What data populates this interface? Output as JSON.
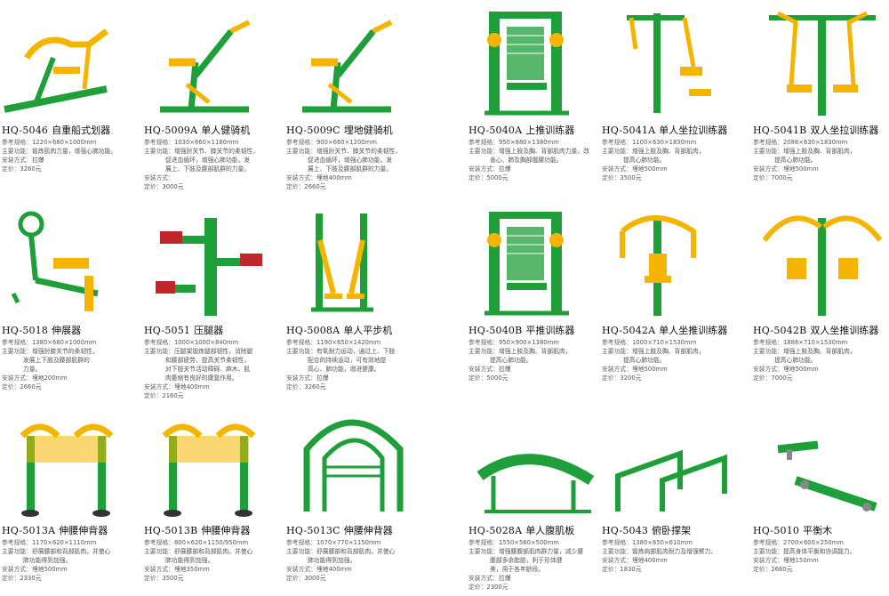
{
  "colors": {
    "green": "#1e9f3a",
    "green_dark": "#137a2a",
    "yellow": "#f5b400",
    "gray": "#888888",
    "red": "#c0262c"
  },
  "labels": {
    "spec": "参考规格：",
    "func": "主要功能：",
    "install": "安装方式：",
    "price": "定价："
  },
  "products": [
    {
      "code": "HQ-5046",
      "name": "自重船式划器",
      "spec": "1220×680×1000mm",
      "func": [
        "锻炼肌肉力量，增强心肺功能。"
      ],
      "install": "拉爆",
      "price": "3260元",
      "icon": "rowing-machine-icon"
    },
    {
      "code": "HQ-5009A",
      "name": "单人健骑机",
      "spec": "1030×660×1160mm",
      "func": [
        "增强肘关节、膝关节的柔韧性，",
        "促进血循环，增强心肺功能，发",
        "展上、下肢及腰部肌群的力量。"
      ],
      "install": "",
      "price": "3000元",
      "icon": "rider-machine-icon"
    },
    {
      "code": "HQ-5009C",
      "name": "埋地健骑机",
      "spec": "900×660×1200mm",
      "func": [
        "增强肘关节、膝关节的柔韧性，",
        "促进血循环，增强心肺功能，发",
        "展上、下肢及腰部肌群的力量。"
      ],
      "install": "埋地400mm",
      "price": "2660元",
      "icon": "rider-machine-icon"
    },
    {
      "code": "HQ-5040A",
      "name": "上推训练器",
      "spec": "950×880×1380mm",
      "func": [
        "增强上肢及胸、背部肌肉力量，改",
        "善心、肺及胸部髋腰功能。"
      ],
      "install": "拉爆",
      "price": "5000元",
      "icon": "chest-press-icon"
    },
    {
      "code": "HQ-5041A",
      "name": "单人坐拉训练器",
      "spec": "1100×630×1830mm",
      "func": [
        "增强上肢及胸、背部肌肉，",
        "提高心肺功能。"
      ],
      "install": "埋地500mm",
      "price": "3500元",
      "icon": "pull-down-trainer-icon"
    },
    {
      "code": "HQ-5041B",
      "name": "双人坐拉训练器",
      "spec": "2086×630×1830mm",
      "func": [
        "增强上肢及胸、背部肌肉，",
        "提高心肺功能。"
      ],
      "install": "埋地500mm",
      "price": "7000元",
      "icon": "double-pull-down-icon"
    },
    {
      "code": "HQ-5018",
      "name": "伸展器",
      "spec": "1380×680×1000mm",
      "func": [
        "增强肘膝关节的柔韧性，",
        "发展上下肢及腰部肌群的",
        "力量。"
      ],
      "install": "埋地200mm",
      "price": "2660元",
      "icon": "stretcher-icon"
    },
    {
      "code": "HQ-5051",
      "name": "压腿器",
      "spec": "1000×1000×840mm",
      "func": [
        "压腿架锻炼腿部韧性，消除腿",
        "和腰部疲劳，提高关节柔韧性，",
        "对下肢关节活动障碍、麻木、肌",
        "肉萎缩有良好的康复作用。"
      ],
      "install": "埋地400mm",
      "price": "2160元",
      "icon": "leg-press-post-icon"
    },
    {
      "code": "HQ-5008A",
      "name": "单人平步机",
      "spec": "1190×650×1420mm",
      "func": [
        "有氧耐力运动，通过上、下肢",
        "配合的持续运动，可有效地提",
        "高心、肺功能，增进健康。"
      ],
      "install": "拉爆",
      "price": "3260元",
      "icon": "elliptical-walker-icon"
    },
    {
      "code": "HQ-5040B",
      "name": "平推训练器",
      "spec": "950×900×1380mm",
      "func": [
        "增强上肢及胸、背部肌肉，",
        "提高心肺功能。"
      ],
      "install": "拉爆",
      "price": "5000元",
      "icon": "chest-press-icon"
    },
    {
      "code": "HQ-5042A",
      "name": "单人坐推训练器",
      "spec": "1000×710×1530mm",
      "func": [
        "增强上肢及胸、背部肌肉，",
        "提高心肺功能。"
      ],
      "install": "埋地500mm",
      "price": "3200元",
      "icon": "seated-push-icon"
    },
    {
      "code": "HQ-5042B",
      "name": "双人坐推训练器",
      "spec": "1886×710×1530mm",
      "func": [
        "增强上肢及胸、背部肌肉，",
        "提高心肺功能。"
      ],
      "install": "埋地500mm",
      "price": "7000元",
      "icon": "double-seated-push-icon"
    },
    {
      "code": "HQ-5013A",
      "name": "伸腰伸背器",
      "spec": "1170×620×1110mm",
      "func": [
        "舒展腰部和背部肌肉，并使心",
        "肺功能得到加强。"
      ],
      "install": "埋地500mm",
      "price": "2330元",
      "icon": "back-stretcher-icon"
    },
    {
      "code": "HQ-5013B",
      "name": "伸腰伸背器",
      "spec": "800×620×1150/950mm",
      "func": [
        "舒展腰部和背部肌肉，并使心",
        "肺功能得到加强。"
      ],
      "install": "埋地350mm",
      "price": "3500元",
      "icon": "back-stretcher-icon"
    },
    {
      "code": "HQ-5013C",
      "name": "伸腰伸背器",
      "spec": "1070×770×1150mm",
      "func": [
        "舒展腰部和背部肌肉，并使心",
        "肺功能得到加强。"
      ],
      "install": "埋地400mm",
      "price": "3000元",
      "icon": "back-arch-icon"
    },
    {
      "code": "HQ-5028A",
      "name": "单人腹肌板",
      "spec": "1550×560×500mm",
      "func": [
        "增强腰腹部肌肉群力量，减少腰",
        "腹部多余脂肪，利于形体健",
        "美，用于各年龄段。"
      ],
      "install": "拉爆",
      "price": "2300元",
      "icon": "sit-up-bench-icon"
    },
    {
      "code": "HQ-5043",
      "name": "俯卧撑架",
      "spec": "1380×650×610mm",
      "func": [
        "锻炼肩部肌肉耐力及增强臂力。"
      ],
      "install": "埋地400mm",
      "price": "1830元",
      "icon": "push-up-bar-icon"
    },
    {
      "code": "HQ-5010",
      "name": "平衡木",
      "spec": "2700×600×250mm",
      "func": [
        "提高身体平衡和协调能力。"
      ],
      "install": "埋地150mm",
      "price": "2660元",
      "icon": "balance-beam-icon"
    }
  ]
}
